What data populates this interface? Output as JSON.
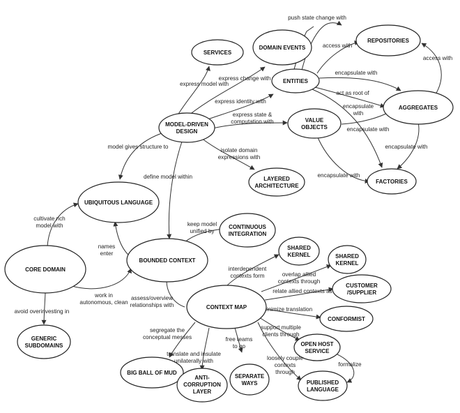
{
  "nodes": [
    {
      "id": "services",
      "lines": [
        "SERVICES"
      ]
    },
    {
      "id": "domain_events",
      "lines": [
        "DOMAIN EVENTS"
      ]
    },
    {
      "id": "repositories",
      "lines": [
        "REPOSITORIES"
      ]
    },
    {
      "id": "entities",
      "lines": [
        "ENTITIES"
      ]
    },
    {
      "id": "aggregates",
      "lines": [
        "AGGREGATES"
      ]
    },
    {
      "id": "mdd",
      "lines": [
        "MODEL-DRIVEN",
        "DESIGN"
      ]
    },
    {
      "id": "value_objects",
      "lines": [
        "VALUE",
        "OBJECTS"
      ]
    },
    {
      "id": "layered",
      "lines": [
        "LAYERED",
        "ARCHITECTURE"
      ]
    },
    {
      "id": "factories",
      "lines": [
        "FACTORIES"
      ]
    },
    {
      "id": "ubiquitous",
      "lines": [
        "UBIQUITOUS LANGUAGE"
      ]
    },
    {
      "id": "ci",
      "lines": [
        "CONTINUOUS",
        "INTEGRATION"
      ]
    },
    {
      "id": "bounded",
      "lines": [
        "BOUNDED CONTEXT"
      ]
    },
    {
      "id": "shared_kernel_1",
      "lines": [
        "SHARED",
        "KERNEL"
      ]
    },
    {
      "id": "shared_kernel_2",
      "lines": [
        "SHARED",
        "KERNEL"
      ]
    },
    {
      "id": "core",
      "lines": [
        "CORE DOMAIN"
      ]
    },
    {
      "id": "customer",
      "lines": [
        "CUSTOMER",
        "/SUPPLIER"
      ]
    },
    {
      "id": "context_map",
      "lines": [
        "CONTEXT MAP"
      ]
    },
    {
      "id": "conformist",
      "lines": [
        "CONFORMIST"
      ]
    },
    {
      "id": "generic",
      "lines": [
        "GENERIC",
        "SUBDOMAINS"
      ]
    },
    {
      "id": "open_host",
      "lines": [
        "OPEN HOST",
        "SERVICE"
      ]
    },
    {
      "id": "big_ball",
      "lines": [
        "BIG BALL OF MUD"
      ]
    },
    {
      "id": "acl",
      "lines": [
        "ANTI-",
        "CORRUPTION",
        "LAYER"
      ]
    },
    {
      "id": "separate",
      "lines": [
        "SEPARATE",
        "WAYS"
      ]
    },
    {
      "id": "published",
      "lines": [
        "PUBLISHED",
        "LANGUAGE"
      ]
    }
  ],
  "edges": [
    {
      "id": "e1",
      "label": [
        "push state change with"
      ]
    },
    {
      "id": "e2",
      "label": [
        "access with"
      ]
    },
    {
      "id": "e3",
      "label": [
        "access with"
      ]
    },
    {
      "id": "e4",
      "label": [
        "express model with"
      ]
    },
    {
      "id": "e5",
      "label": [
        "express change with"
      ]
    },
    {
      "id": "e6",
      "label": [
        "express identity with"
      ]
    },
    {
      "id": "e7",
      "label": [
        "encapsulate with"
      ]
    },
    {
      "id": "e8",
      "label": [
        "act as root of"
      ]
    },
    {
      "id": "e9",
      "label": [
        "encapsulate",
        "with"
      ]
    },
    {
      "id": "e10",
      "label": [
        "express state &",
        "computation with"
      ]
    },
    {
      "id": "e11",
      "label": [
        "encapsulate with"
      ]
    },
    {
      "id": "e12",
      "label": [
        "encapsulate with"
      ]
    },
    {
      "id": "e13",
      "label": [
        "encapsulate with"
      ]
    },
    {
      "id": "e14",
      "label": [
        "isolate domain",
        "expressions with"
      ]
    },
    {
      "id": "e15",
      "label": [
        "model gives structure to"
      ]
    },
    {
      "id": "e16",
      "label": [
        "define model within"
      ]
    },
    {
      "id": "e17",
      "label": [
        "keep model",
        "unified by"
      ]
    },
    {
      "id": "e18",
      "label": [
        "cultivate rich",
        "model with"
      ]
    },
    {
      "id": "e19",
      "label": [
        "names",
        "enter"
      ]
    },
    {
      "id": "e20",
      "label": [
        "work in",
        "autonomous, clean"
      ]
    },
    {
      "id": "e21",
      "label": [
        "assess/overview",
        "relationships with"
      ]
    },
    {
      "id": "e22",
      "label": [
        "interdependent",
        "contexts form"
      ]
    },
    {
      "id": "e23",
      "label": [
        "overlap allied",
        "contexts through"
      ]
    },
    {
      "id": "e24",
      "label": [
        "relate allied contexts as"
      ]
    },
    {
      "id": "e25",
      "label": [
        "minimize translation"
      ]
    },
    {
      "id": "e26",
      "label": [
        "support multiple",
        "clients through"
      ]
    },
    {
      "id": "e27",
      "label": [
        "formalize"
      ]
    },
    {
      "id": "e28",
      "label": [
        "loosely couple",
        "contexts",
        "through"
      ]
    },
    {
      "id": "e29",
      "label": [
        "free teams",
        "to go"
      ]
    },
    {
      "id": "e30",
      "label": [
        "translate and insulate",
        "unilaterally with"
      ]
    },
    {
      "id": "e31",
      "label": [
        "segregate the",
        "conceptual messes"
      ]
    },
    {
      "id": "e32",
      "label": [
        "avoid overinvesting in"
      ]
    }
  ]
}
